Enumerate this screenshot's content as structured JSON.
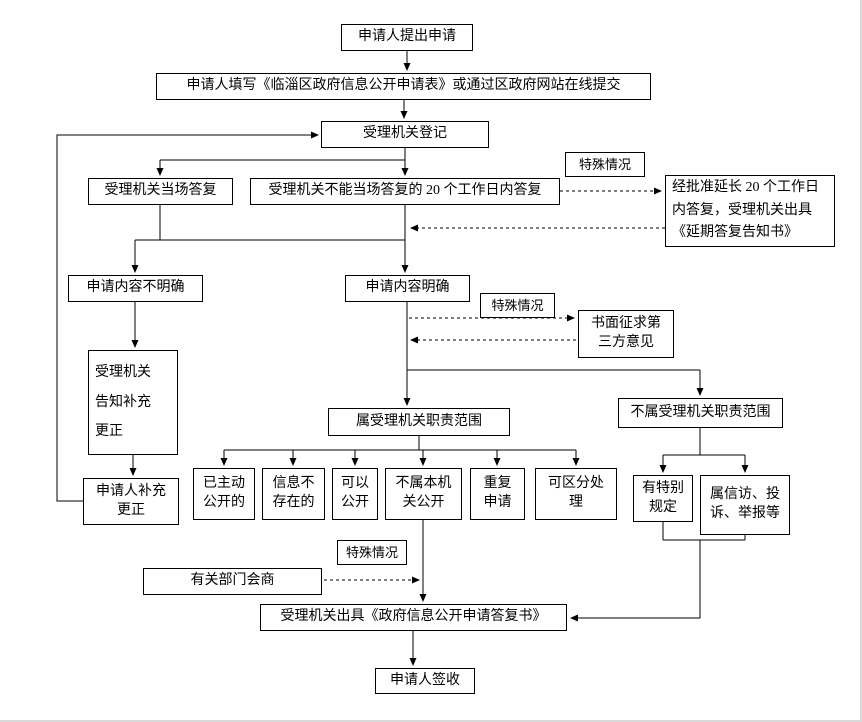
{
  "nodes": {
    "apply": {
      "label": "申请人提出申请"
    },
    "fill_form": {
      "label": "申请人填写《临淄区政府信息公开申请表》或通过区政府网站在线提交"
    },
    "register": {
      "label": "受理机关登记"
    },
    "onsite_reply": {
      "label": "受理机关当场答复"
    },
    "not_onsite_reply": {
      "label": "受理机关不能当场答复的 20 个工作日内答复"
    },
    "special_note_1": {
      "label": "特殊情况"
    },
    "extend_reply": {
      "label": "经批准延长 20 个工作日\n内答复，受理机关出具\n《延期答复告知书》"
    },
    "content_unclear": {
      "label": "申请内容不明确"
    },
    "content_clear": {
      "label": "申请内容明确"
    },
    "special_note_2": {
      "label": "特殊情况"
    },
    "third_party": {
      "label": "书面征求第\n三方意见"
    },
    "notify_correct": {
      "label": "受理机关\n告知补充\n更正"
    },
    "applicant_correct": {
      "label": "申请人补充\n更正"
    },
    "in_scope": {
      "label": "属受理机关职责范围"
    },
    "out_scope": {
      "label": "不属受理机关职责范围"
    },
    "already_public": {
      "label": "已主动\n公开的"
    },
    "not_exist": {
      "label": "信息不\n存在的"
    },
    "can_public": {
      "label": "可以\n公开"
    },
    "not_this_org": {
      "label": "不属本机\n关公开"
    },
    "repeat_apply": {
      "label": "重复\n申请"
    },
    "distinguish": {
      "label": "可区分处\n理"
    },
    "special_rule": {
      "label": "有特别\n规定"
    },
    "petition": {
      "label": "属信访、投\n诉、举报等"
    },
    "special_note_3": {
      "label": "特殊情况"
    },
    "consult": {
      "label": "有关部门会商"
    },
    "reply_doc": {
      "label": "受理机关出具《政府信息公开申请答复书》"
    },
    "sign": {
      "label": "申请人签收"
    }
  }
}
